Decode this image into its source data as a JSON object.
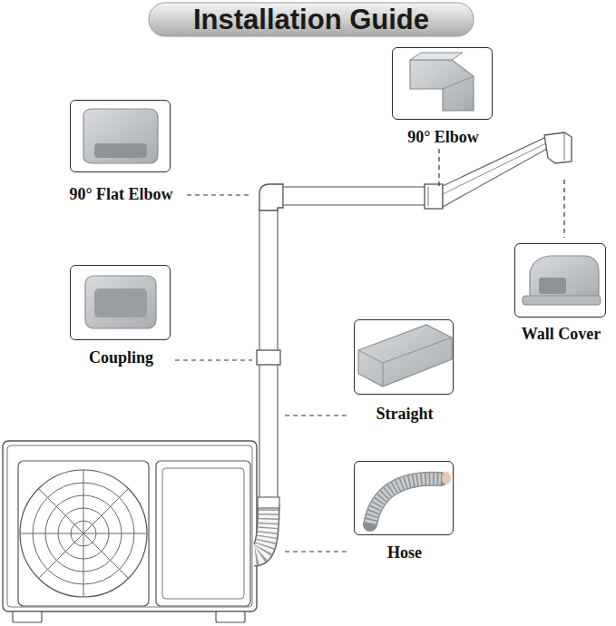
{
  "diagram": {
    "title": "Installation Guide",
    "nodes": [
      {
        "text": [
          "90° Elbow"
        ]
      },
      {
        "text": [
          "90° Flat Elbow"
        ]
      },
      {
        "text": [
          "Wall Cover"
        ]
      },
      {
        "text": [
          "Coupling"
        ]
      },
      {
        "text": [
          "Straight"
        ]
      },
      {
        "text": [
          "Hose"
        ]
      }
    ]
  }
}
